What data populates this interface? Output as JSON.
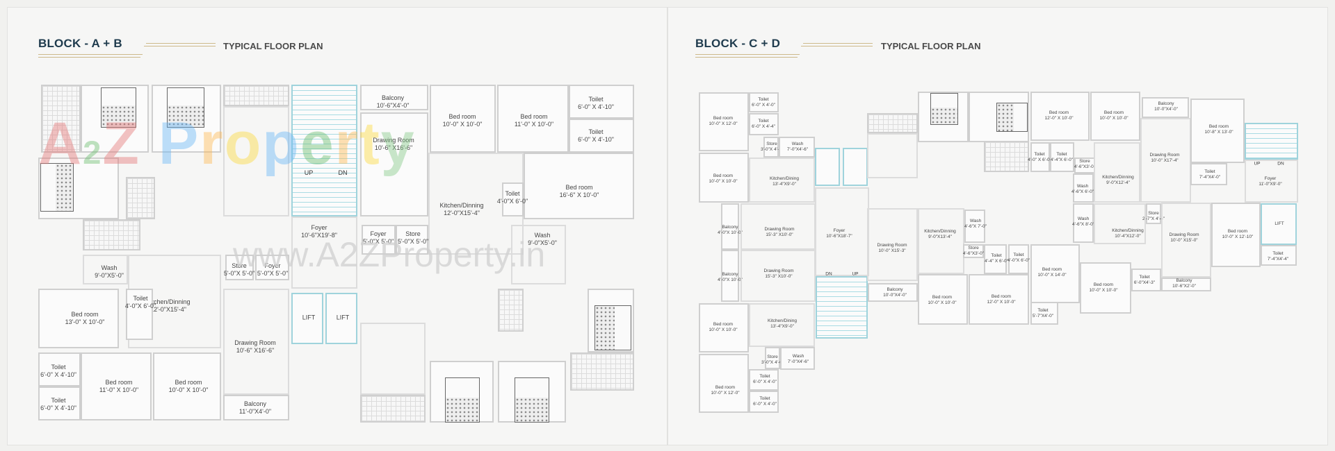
{
  "left": {
    "block_title": "BLOCK -  A + B",
    "plan_title": "TYPICAL FLOOR PLAN",
    "stair": {
      "up": "UP",
      "dn": "DN"
    },
    "rooms": [
      {
        "name": "Balcony",
        "size": "10'-6\"X4'-0\""
      },
      {
        "name": "Drawing Room",
        "size": "10'-6\" X16'-6\""
      },
      {
        "name": "Bed room",
        "size": "10'-0\" X 10'-0\""
      },
      {
        "name": "Bed room",
        "size": "11'-0\" X 10'-0\""
      },
      {
        "name": "Toilet",
        "size": "6'-0\" X 4'-10\""
      },
      {
        "name": "Toilet",
        "size": "6'-0\" X 4'-10\""
      },
      {
        "name": "Bed room",
        "size": "16'-6\" X 10'-0\""
      },
      {
        "name": "Kitchen/Dinning",
        "size": "12'-0\"X15'-4\""
      },
      {
        "name": "Toilet",
        "size": "4'-0\"X 6'-0\""
      },
      {
        "name": "Foyer",
        "size": "10'-6\"X19'-8\""
      },
      {
        "name": "Foyer",
        "size": "5'-0\"X 5'-0\""
      },
      {
        "name": "Store",
        "size": "5'-0\"X 5'-0\""
      },
      {
        "name": "Wash",
        "size": "9'-0\"X5'-0\""
      },
      {
        "name": "Wash",
        "size": "9'-0\"X5'-0\""
      },
      {
        "name": "Store",
        "size": "5'-0\"X 5'-0\""
      },
      {
        "name": "Foyer",
        "size": "5'-0\"X 5'-0\""
      },
      {
        "name": "Kitchen/Dinning",
        "size": "12'-0\"X15'-4\""
      },
      {
        "name": "Bed room",
        "size": "13'-0\" X 10'-0\""
      },
      {
        "name": "Toilet",
        "size": "4'-0\"X 6'-0\""
      },
      {
        "name": "Drawing Room",
        "size": "10'-6\" X16'-6\""
      },
      {
        "name": "LIFT",
        "size": ""
      },
      {
        "name": "LIFT",
        "size": ""
      },
      {
        "name": "Toilet",
        "size": "6'-0\" X 4'-10\""
      },
      {
        "name": "Toilet",
        "size": "6'-0\" X 4'-10\""
      },
      {
        "name": "Bed room",
        "size": "11'-0\" X 10'-0\""
      },
      {
        "name": "Bed room",
        "size": "10'-0\" X 10'-0\""
      },
      {
        "name": "Balcony",
        "size": "11'-0\"X4'-0\""
      }
    ]
  },
  "right": {
    "block_title": "BLOCK -  C + D",
    "plan_title": "TYPICAL FLOOR PLAN",
    "stair_1": {
      "up": "UP",
      "dn": "DN"
    },
    "stair_2": {
      "up": "UP",
      "dn": "DN"
    },
    "rooms": [
      {
        "name": "Bed room",
        "size": "10'-0\" X 12'-0\""
      },
      {
        "name": "Toilet",
        "size": "6'-0\" X 4'-0\""
      },
      {
        "name": "Toilet",
        "size": "6'-0\" X 4'-4\""
      },
      {
        "name": "Bed room",
        "size": "10'-0\" X 10'-0\""
      },
      {
        "name": "Store",
        "size": "3'-0\"X 4'-6\""
      },
      {
        "name": "Wash",
        "size": "7'-0\"X4'-6\""
      },
      {
        "name": "Kitchen/Dining",
        "size": "13'-4\"X9'-0\""
      },
      {
        "name": "Balcony",
        "size": "4'-0\"X 10'-0\""
      },
      {
        "name": "Drawing Room",
        "size": "15'-3\" X10'-0\""
      },
      {
        "name": "Foyer",
        "size": "10'-6\"X18'-7\""
      },
      {
        "name": "Balcony",
        "size": "4'-0\"X 10'-0\""
      },
      {
        "name": "Drawing Room",
        "size": "15'-3\" X10'-0\""
      },
      {
        "name": "Bed room",
        "size": "10'-0\" X 10'-0\""
      },
      {
        "name": "Kitchen/Dining",
        "size": "13'-4\"X9'-0\""
      },
      {
        "name": "Store",
        "size": "3'-0\"X 4'-6\""
      },
      {
        "name": "Wash",
        "size": "7'-0\"X4'-6\""
      },
      {
        "name": "Bed room",
        "size": "10'-0\" X 12'-0\""
      },
      {
        "name": "Toilet",
        "size": "6'-0\" X 4'-0\""
      },
      {
        "name": "Toilet",
        "size": "6'-0\" X 4'-0\""
      },
      {
        "name": "Wash",
        "size": "4'-6\"X 7'-0\""
      },
      {
        "name": "Kitchen/Dinning",
        "size": "9'-0\"X13'-4\""
      },
      {
        "name": "Drawing Room",
        "size": "10'-0\" X15'-3\""
      },
      {
        "name": "Store",
        "size": "4'-6\"X3'-0\""
      },
      {
        "name": "Toilet",
        "size": "4'-4\" X 6'-0\""
      },
      {
        "name": "Toilet",
        "size": "4'-0\"X 6'-0\""
      },
      {
        "name": "Balcony",
        "size": "10'-0\"X4'-0\""
      },
      {
        "name": "Bed room",
        "size": "10'-0\" X 10'-0\""
      },
      {
        "name": "Bed room",
        "size": "12'-0\" X 10'-0\""
      },
      {
        "name": "Bed room",
        "size": "12'-0\" X 10'-0\""
      },
      {
        "name": "Bed room",
        "size": "10'-0\" X 10'-0\""
      },
      {
        "name": "Balcony",
        "size": "10'-0\"X4'-0\""
      },
      {
        "name": "Drawing Room",
        "size": "10'-0\" X17'-4\""
      },
      {
        "name": "Toilet",
        "size": "4'-0\" X 6'-0\""
      },
      {
        "name": "Toilet",
        "size": "4'-4\"X 6'-0\""
      },
      {
        "name": "Store",
        "size": "4'-6\"X3'-0\""
      },
      {
        "name": "Kitchen/Dinning",
        "size": "9'-0\"X12'-4\""
      },
      {
        "name": "Wash",
        "size": "4'-6\"X 6'-0\""
      },
      {
        "name": "Wash",
        "size": "4'-6\"X 8'-0\""
      },
      {
        "name": "Store",
        "size": "2'-7\"X 4'-4\""
      },
      {
        "name": "Kitchen/Dinning",
        "size": "10'-4\"X12'-0\""
      },
      {
        "name": "Drawing Room",
        "size": "10'-0\" X15'-0\""
      },
      {
        "name": "Bed room",
        "size": "10'-0\" X 14'-0\""
      },
      {
        "name": "Bed room",
        "size": "10'-0\" X 10'-0\""
      },
      {
        "name": "Toilet",
        "size": "6'-0\"X4'-3\""
      },
      {
        "name": "Balcony",
        "size": "10'-6\"X2'-0\""
      },
      {
        "name": "Toilet",
        "size": "5'-7\"X4'-0\""
      },
      {
        "name": "Bed room",
        "size": "10'-8\" X 13'-0\""
      },
      {
        "name": "Toilet",
        "size": "7'-4\"X4'-0\""
      },
      {
        "name": "Foyer",
        "size": "11'-0\"X9'-0\""
      },
      {
        "name": "Bed room",
        "size": "10'-0\" X 12'-10\""
      },
      {
        "name": "LIFT",
        "size": ""
      },
      {
        "name": "Toilet",
        "size": "7'-4\"X4'-4\""
      }
    ]
  },
  "watermark": {
    "logo": "A2Z Property",
    "url": "www.A2ZProperty.in",
    "logo_colors": [
      "#e57373",
      "#66bb6a",
      "#e57373",
      "#ffffff",
      "#64b5f6",
      "#ffb74d",
      "#fdd835",
      "#64b5f6",
      "#66bb6a",
      "#ffb74d",
      "#fdd835",
      "#81c784"
    ]
  },
  "colors": {
    "title": "#1f3b4d",
    "accent_line": "#cdb98a",
    "wall": "#cfcfcf",
    "stair_lift": "#9fd3dc"
  }
}
